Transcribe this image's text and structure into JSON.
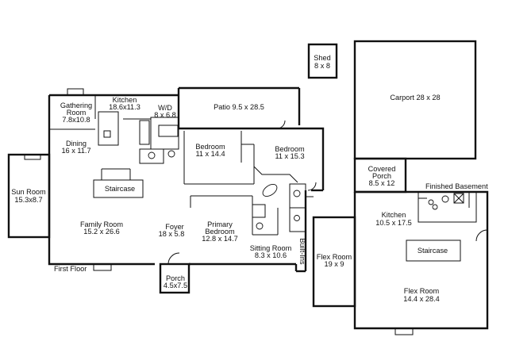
{
  "plan": {
    "first_floor_label": "First Floor",
    "finished_basement_label": "Finished Basement"
  },
  "rooms": {
    "shed": {
      "name": "Shed",
      "size": "8 x 8"
    },
    "carport": {
      "name": "Carport 28 x 28"
    },
    "gathering_room": {
      "name_line1": "Gathering",
      "name_line2": "Room",
      "size": "7.8x10.8"
    },
    "kitchen": {
      "name": "Kitchen",
      "size": "18.6x11.3"
    },
    "wd": {
      "name": "W/D",
      "size": "8 x 6.8"
    },
    "patio": {
      "name": "Patio 9.5 x 28.5"
    },
    "dining": {
      "name": "Dining",
      "size": "16 x 11.7"
    },
    "bedroom_1": {
      "name": "Bedroom",
      "size": "11 x 14.4"
    },
    "bedroom_2": {
      "name": "Bedroom",
      "size": "11 x 15.3"
    },
    "covered_porch": {
      "name": "Covered",
      "name_line2": "Porch",
      "size": "8.5 x 12"
    },
    "sun_room": {
      "name": "Sun Room",
      "size": "15.3x8.7"
    },
    "staircase_main": {
      "name": "Staircase"
    },
    "family_room": {
      "name": "Family Room",
      "size": "15.2 x 26.6"
    },
    "foyer": {
      "name": "Foyer",
      "size": "18 x 5.8"
    },
    "primary_bedroom": {
      "name": "Primary",
      "name_line2": "Bedroom",
      "size": "12.8 x 14.7"
    },
    "sitting_room": {
      "name": "Sitting Room",
      "size": "8.3 x 10.6"
    },
    "built_ins": {
      "name": "Built-Ins"
    },
    "porch": {
      "name": "Porch",
      "size": "4.5x7.5"
    },
    "basement_kitchen": {
      "name": "Kitchen",
      "size": "10.5 x 17.5"
    },
    "staircase_basement": {
      "name": "Staircase"
    },
    "flex_room_1": {
      "name": "Flex Room",
      "size": "19 x 9"
    },
    "flex_room_2": {
      "name": "Flex Room",
      "size": "14.4 x 28.4"
    }
  }
}
